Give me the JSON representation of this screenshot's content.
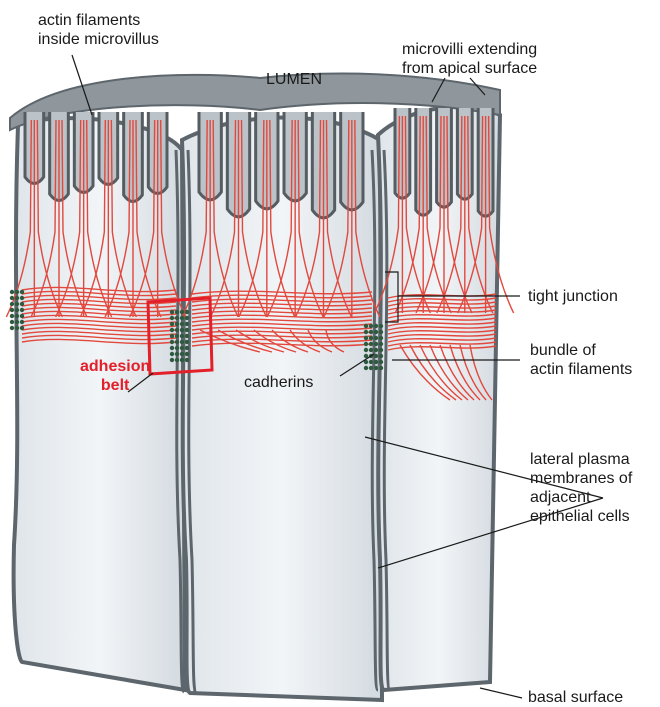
{
  "colors": {
    "background": "#ffffff",
    "cell_fill": "#e9edf1",
    "cell_shade": "#c9d1d8",
    "membrane": "#5d666c",
    "actin": "#e2483d",
    "cadherin": "#2f5a3f",
    "highlight": "#e3202a",
    "label_text": "#1a1a1a"
  },
  "labels": {
    "actin_microvillus": [
      "actin filaments",
      "inside microvillus"
    ],
    "lumen": "LUMEN",
    "microvilli": [
      "microvilli extending",
      "from apical surface"
    ],
    "tight_junction": "tight junction",
    "bundle": [
      "bundle of",
      "actin filaments"
    ],
    "adhesion_belt": [
      "adhesion",
      "belt"
    ],
    "cadherins": "cadherins",
    "lateral_membranes": [
      "lateral plasma",
      "membranes of",
      "adjacent",
      "epithelial cells"
    ],
    "basal_surface": "basal surface"
  }
}
